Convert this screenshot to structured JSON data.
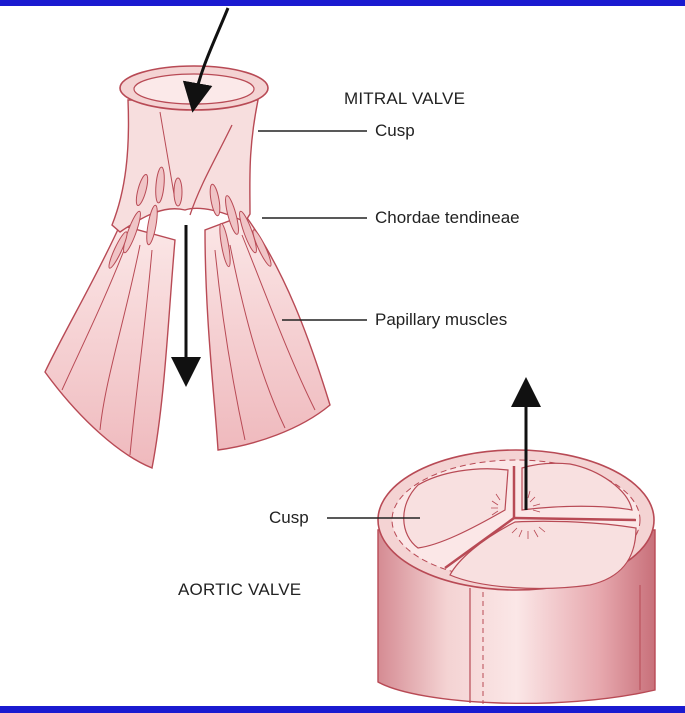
{
  "colors": {
    "border_blue": "#1a1ad0",
    "tissue_fill": "#f4d3d3",
    "tissue_light": "#fbe7e7",
    "tissue_stroke": "#b84a55",
    "tissue_dark": "#d9858c",
    "leader_line": "#222222",
    "arrow": "#111111",
    "text": "#222222"
  },
  "labels": {
    "mitral_title": "MITRAL VALVE",
    "mitral_cusp": "Cusp",
    "chordae": "Chordae tendineae",
    "papillary": "Papillary muscles",
    "aortic_cusp": "Cusp",
    "aortic_title": "AORTIC VALVE"
  },
  "icons": {
    "inflow_arrow": "curved-arrow-down",
    "mitral_flow_arrow": "arrow-down",
    "aortic_flow_arrow": "arrow-up"
  }
}
